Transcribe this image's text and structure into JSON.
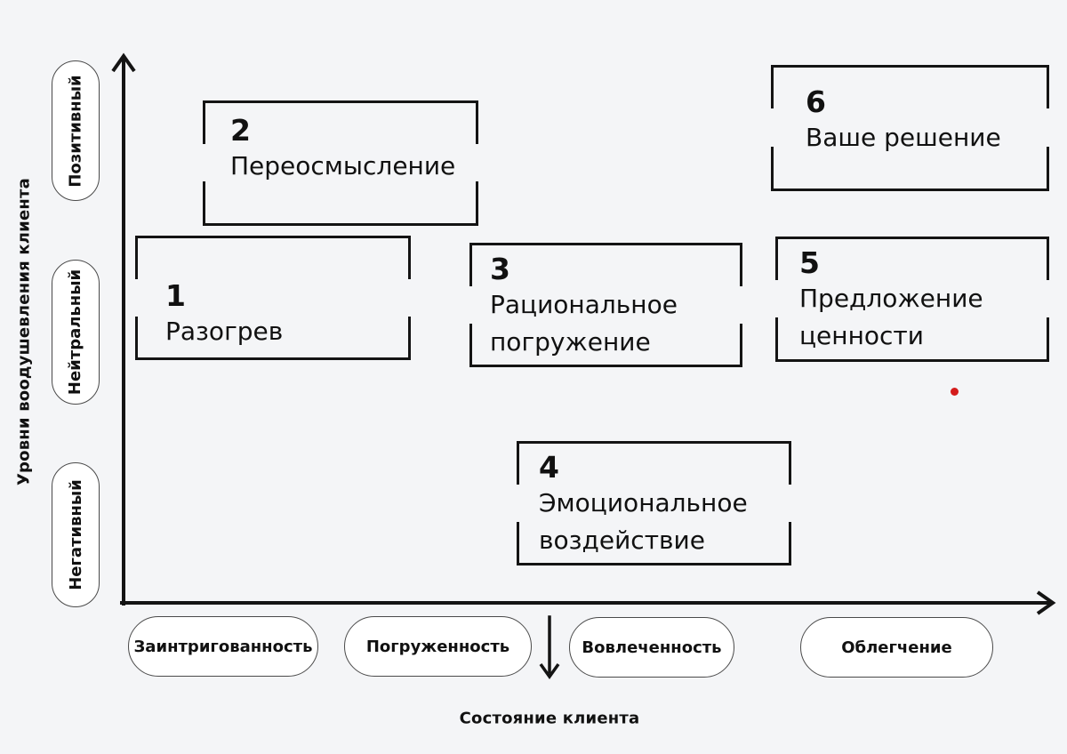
{
  "colors": {
    "background": "#f4f5f7",
    "line": "#141414",
    "box_border": "#141414",
    "pill_bg": "#ffffff",
    "pill_border": "#4a4a4a",
    "text": "#111111",
    "red_dot": "#d41c1c"
  },
  "axes": {
    "y_label": "Уровни воодушевления клиента",
    "x_label": "Состояние клиента",
    "y_ticks": [
      "Позитивный",
      "Нейтральный",
      "Негативный"
    ],
    "x_ticks": [
      "Заинтригованность",
      "Погруженность",
      "Вовлеченность",
      "Облегчение"
    ]
  },
  "stages": [
    {
      "number": "1",
      "title": "Разогрев"
    },
    {
      "number": "2",
      "title": "Переосмысление"
    },
    {
      "number": "3",
      "title": "Рациональное погружение"
    },
    {
      "number": "4",
      "title": "Эмоциональное воздействие"
    },
    {
      "number": "5",
      "title": "Предложение ценности"
    },
    {
      "number": "6",
      "title": "Ваше решение"
    }
  ],
  "markers": {
    "red_dot": "red-dot-marker"
  }
}
